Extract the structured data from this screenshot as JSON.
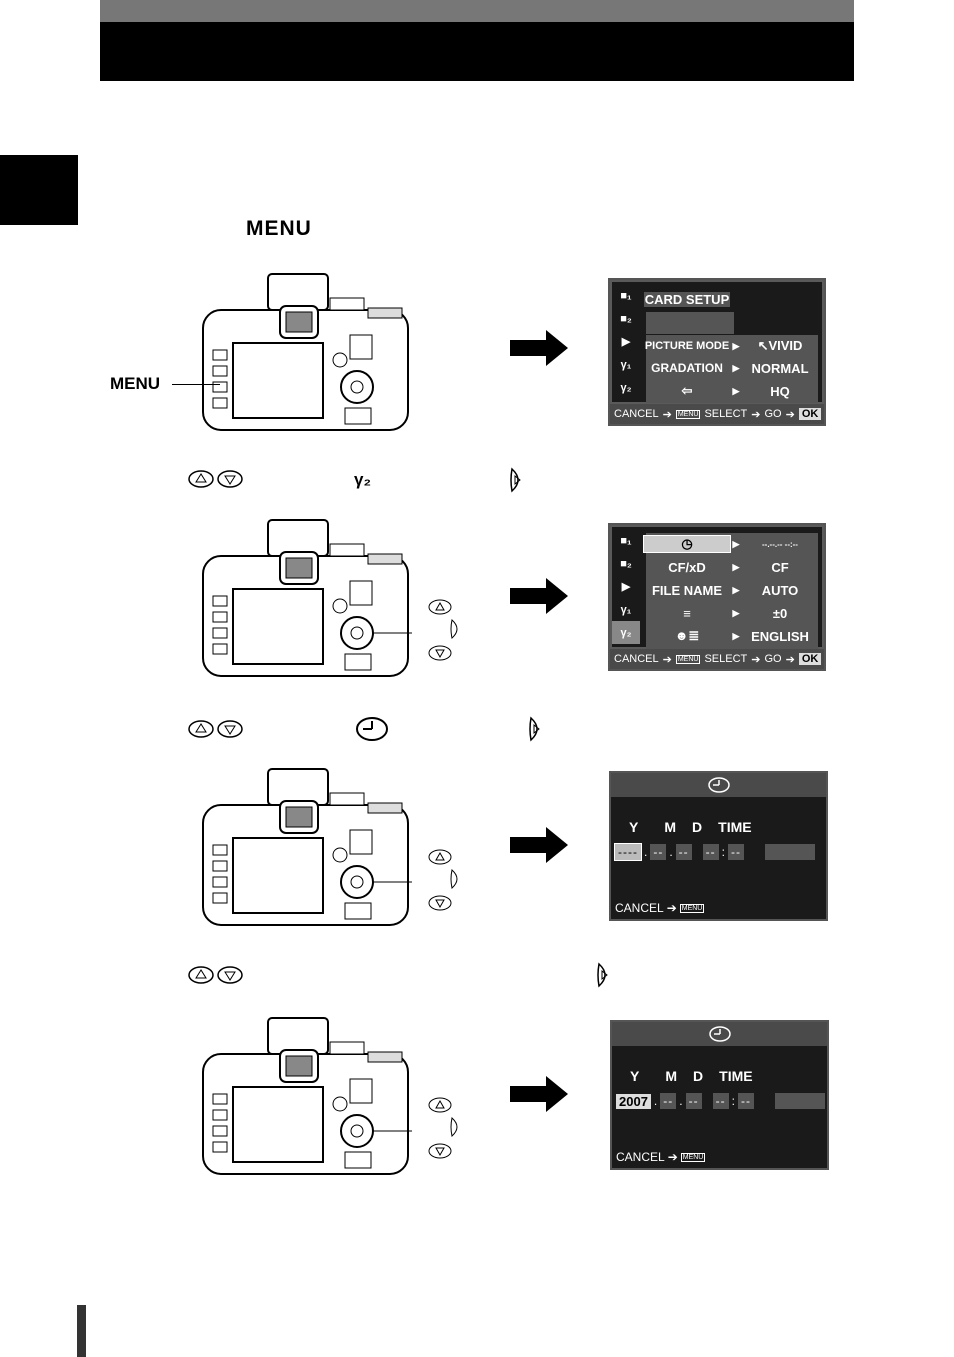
{
  "page": {
    "menu_label": "MENU",
    "menu_callout": "MENU"
  },
  "screen1": {
    "tab_labels": [
      "■₁",
      "■₂",
      "▶",
      "γ₁",
      "γ₂"
    ],
    "rows": [
      {
        "label": "CARD SETUP",
        "value": ""
      },
      {
        "label": "",
        "value": ""
      },
      {
        "label": "PICTURE MODE",
        "value": "↖VIVID"
      },
      {
        "label": "GRADATION",
        "value": "NORMAL"
      },
      {
        "label": "⇦",
        "value": "HQ"
      }
    ],
    "foot": {
      "cancel": "CANCEL",
      "menu": "MENU",
      "select": "SELECT",
      "go": "GO",
      "ok": "OK"
    }
  },
  "screen2": {
    "rows": [
      {
        "label": "◷",
        "value": "--.--.-- --:--"
      },
      {
        "label": "CF/xD",
        "value": "CF"
      },
      {
        "label": "FILE NAME",
        "value": "AUTO"
      },
      {
        "label": "≡",
        "value": "±0"
      },
      {
        "label": "☻≣",
        "value": "ENGLISH"
      }
    ],
    "foot": {
      "cancel": "CANCEL",
      "menu": "MENU",
      "select": "SELECT",
      "go": "GO",
      "ok": "OK"
    }
  },
  "screen3": {
    "labels": [
      "Y",
      "M",
      "D",
      "TIME"
    ],
    "fields": [
      "----",
      "--",
      "--",
      "--",
      "--"
    ],
    "foot": {
      "cancel": "CANCEL",
      "menu": "MENU"
    }
  },
  "screen4": {
    "labels": [
      "Y",
      "M",
      "D",
      "TIME"
    ],
    "year": "2007",
    "fields": [
      "--",
      "--",
      "--",
      "--"
    ],
    "foot": {
      "cancel": "CANCEL",
      "menu": "MENU"
    }
  },
  "steps": {
    "step2_tab_icon": "γ₂",
    "colors": {
      "dark": "#000000",
      "header_grey": "#777777",
      "lcd": "#1a1a1a"
    }
  }
}
